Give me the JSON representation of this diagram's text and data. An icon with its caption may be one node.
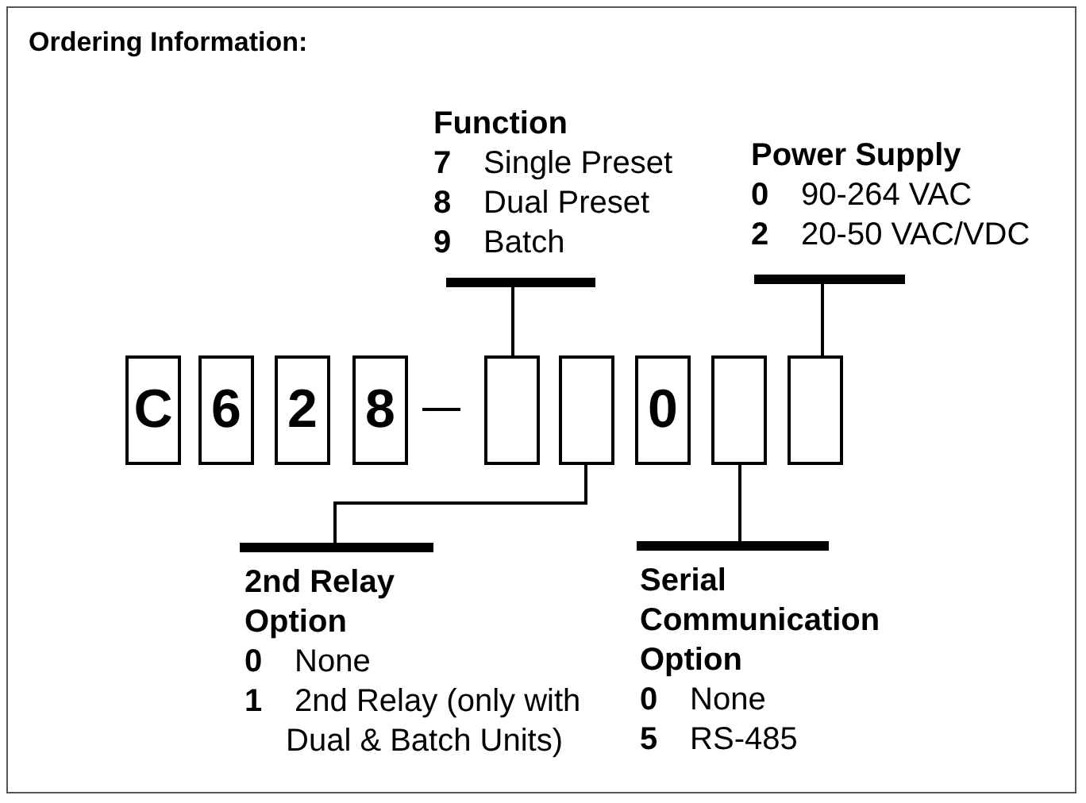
{
  "diagram": {
    "title": "Ordering Information:",
    "nodes": [
      {
        "text": [
          "Function",
          "**7** Single Preset",
          "**8** Dual Preset",
          "**9** Batch"
        ]
      },
      {
        "text": [
          "Power Supply",
          "**0** 90-264 VAC",
          "**2** 20-50 VAC/VDC"
        ]
      },
      {
        "text": [
          "C"
        ]
      },
      {
        "text": [
          "6"
        ]
      },
      {
        "text": [
          "2"
        ]
      },
      {
        "text": [
          "8"
        ]
      },
      {
        "text": [],
        "shape": "box"
      },
      {
        "text": [],
        "shape": "box"
      },
      {
        "text": [
          "0"
        ]
      },
      {
        "text": [],
        "shape": "box"
      },
      {
        "text": [],
        "shape": "box"
      },
      {
        "text": [
          "2nd Relay Option",
          "**0** None",
          "**1** 2nd Relay (only with Dual & Batch Units)"
        ]
      },
      {
        "text": [
          "Serial Communication Option",
          "**0** None",
          "**5** RS-485"
        ]
      }
    ],
    "edges": [
      {
        "from": 0,
        "to": 6,
        "arrow": "none"
      },
      {
        "from": 1,
        "to": 10,
        "arrow": "none"
      },
      {
        "from": 11,
        "to": 7,
        "arrow": "none"
      },
      {
        "from": 12,
        "to": 9,
        "arrow": "none"
      }
    ]
  }
}
